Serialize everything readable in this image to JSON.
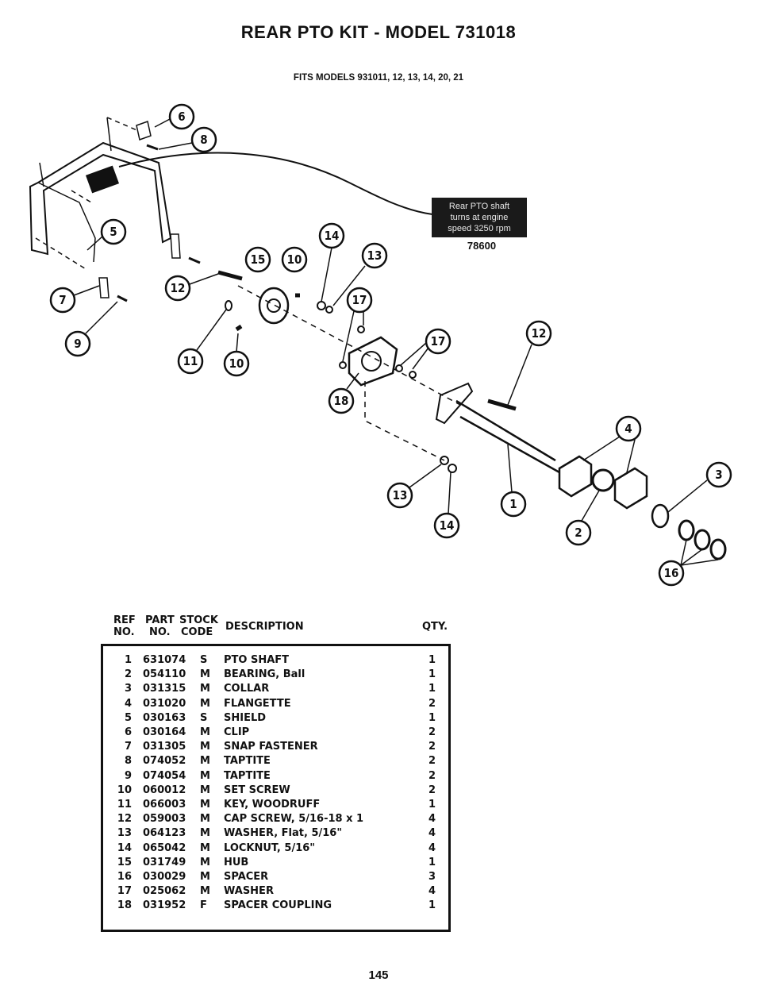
{
  "title": "REAR PTO KIT - MODEL 731018",
  "subtitle": "FITS MODELS 931011, 12, 13, 14, 20, 21",
  "decal": {
    "lines": [
      "Rear PTO shaft",
      "turns at engine",
      "speed 3250 rpm"
    ],
    "part_no": "78600"
  },
  "callouts": [
    "6",
    "8",
    "5",
    "7",
    "9",
    "12",
    "11",
    "10",
    "15",
    "10",
    "14",
    "13",
    "17",
    "17",
    "18",
    "12",
    "4",
    "3",
    "1",
    "2",
    "13",
    "14",
    "16"
  ],
  "table": {
    "headers": {
      "ref": [
        "REF",
        "NO."
      ],
      "part": [
        "PART",
        "NO."
      ],
      "stock": [
        "STOCK",
        "CODE"
      ],
      "desc": "DESCRIPTION",
      "qty": "QTY."
    },
    "rows": [
      {
        "ref": "1",
        "part": "631074",
        "code": "S",
        "desc": "PTO SHAFT",
        "qty": "1"
      },
      {
        "ref": "2",
        "part": "054110",
        "code": "M",
        "desc": "BEARING, Ball",
        "qty": "1"
      },
      {
        "ref": "3",
        "part": "031315",
        "code": "M",
        "desc": "COLLAR",
        "qty": "1"
      },
      {
        "ref": "4",
        "part": "031020",
        "code": "M",
        "desc": "FLANGETTE",
        "qty": "2"
      },
      {
        "ref": "5",
        "part": "030163",
        "code": "S",
        "desc": "SHIELD",
        "qty": "1"
      },
      {
        "ref": "6",
        "part": "030164",
        "code": "M",
        "desc": "CLIP",
        "qty": "2"
      },
      {
        "ref": "7",
        "part": "031305",
        "code": "M",
        "desc": "SNAP FASTENER",
        "qty": "2"
      },
      {
        "ref": "8",
        "part": "074052",
        "code": "M",
        "desc": "TAPTITE",
        "qty": "2"
      },
      {
        "ref": "9",
        "part": "074054",
        "code": "M",
        "desc": "TAPTITE",
        "qty": "2"
      },
      {
        "ref": "10",
        "part": "060012",
        "code": "M",
        "desc": "SET SCREW",
        "qty": "2"
      },
      {
        "ref": "11",
        "part": "066003",
        "code": "M",
        "desc": "KEY, WOODRUFF",
        "qty": "1"
      },
      {
        "ref": "12",
        "part": "059003",
        "code": "M",
        "desc": "CAP SCREW, 5/16-18 x 1",
        "qty": "4"
      },
      {
        "ref": "13",
        "part": "064123",
        "code": "M",
        "desc": "WASHER, Flat, 5/16\"",
        "qty": "4"
      },
      {
        "ref": "14",
        "part": "065042",
        "code": "M",
        "desc": "LOCKNUT, 5/16\"",
        "qty": "4"
      },
      {
        "ref": "15",
        "part": "031749",
        "code": "M",
        "desc": "HUB",
        "qty": "1"
      },
      {
        "ref": "16",
        "part": "030029",
        "code": "M",
        "desc": "SPACER",
        "qty": "3"
      },
      {
        "ref": "17",
        "part": "025062",
        "code": "M",
        "desc": "WASHER",
        "qty": "4"
      },
      {
        "ref": "18",
        "part": "031952",
        "code": "F",
        "desc": "SPACER COUPLING",
        "qty": "1"
      }
    ]
  },
  "page_number": "145"
}
